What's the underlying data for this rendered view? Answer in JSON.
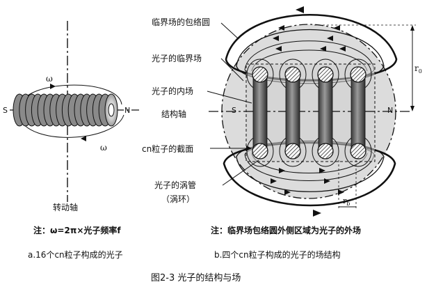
{
  "left_figure": {
    "omega_top": "ω",
    "omega_bottom": "ω",
    "pole_s": "S",
    "pole_n": "N",
    "axis_label": "转动轴",
    "note": "注：ω=2π×光子频率f",
    "caption": "a.16个cn粒子构成的光子",
    "ring_count": 16
  },
  "right_figure": {
    "labels": {
      "critical_envelope": "临界场的包络圆",
      "critical_field": "光子的临界场",
      "inner_field": "光子的内场",
      "structure_axis": "结构轴",
      "cn_section": "cn粒子的截面",
      "vortex_tube": "光子的涡管",
      "vortex_ring": "（涡环）"
    },
    "pole_s": "S",
    "pole_n": "N",
    "r0_label": "r",
    "r0_sub": "0",
    "rb_label": "r",
    "rb_sub": "b",
    "note": "注：临界场包络圆外侧区域为光子的外场",
    "caption": "b.四个cn粒子构成的光子的场结构",
    "tube_count": 4
  },
  "figure_title": "图2-3  光子的结构与场"
}
